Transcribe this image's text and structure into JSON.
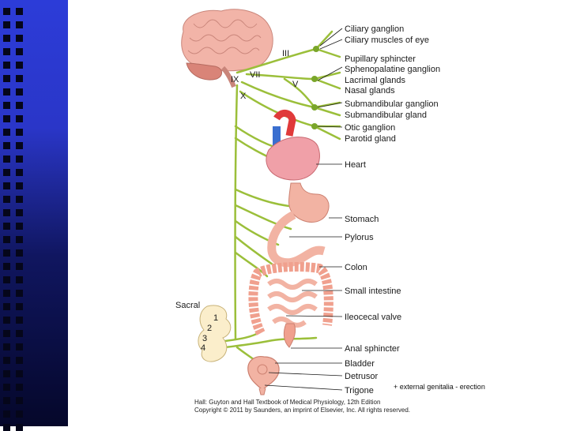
{
  "labels": {
    "ciliary_ganglion": "Ciliary ganglion",
    "ciliary_muscles": "Ciliary muscles of eye",
    "pupillary_sphincter": "Pupillary sphincter",
    "sphenopalatine": "Sphenopalatine ganglion",
    "lacrimal": "Lacrimal glands",
    "nasal": "Nasal glands",
    "submandibular_ganglion": "Submandibular ganglion",
    "submandibular_gland": "Submandibular gland",
    "otic": "Otic ganglion",
    "parotid": "Parotid gland",
    "heart": "Heart",
    "stomach": "Stomach",
    "pylorus": "Pylorus",
    "colon": "Colon",
    "small_intestine": "Small intestine",
    "ileocecal": "Ileocecal valve",
    "anal": "Anal sphincter",
    "bladder": "Bladder",
    "detrusor": "Detrusor",
    "trigone": "Trigone"
  },
  "nerves": {
    "III": "III",
    "VII": "VII",
    "IX": "IX",
    "V": "V",
    "X": "X"
  },
  "sacral": {
    "title": "Sacral",
    "s1": "1",
    "s2": "2",
    "s3": "3",
    "s4": "4"
  },
  "annotation": "+ external genitalia - erection",
  "credit": {
    "line1": "Hall: Guyton and Hall Textbook of Medical Physiology, 12th Edition",
    "line2": "Copyright © 2011 by Saunders, an imprint of Elsevier, Inc. All rights reserved."
  },
  "colors": {
    "nerve": "#9bbf3a",
    "organ": "#f0a89a",
    "brain": "#f2b4a8",
    "sidebar": "#2a36c8"
  }
}
